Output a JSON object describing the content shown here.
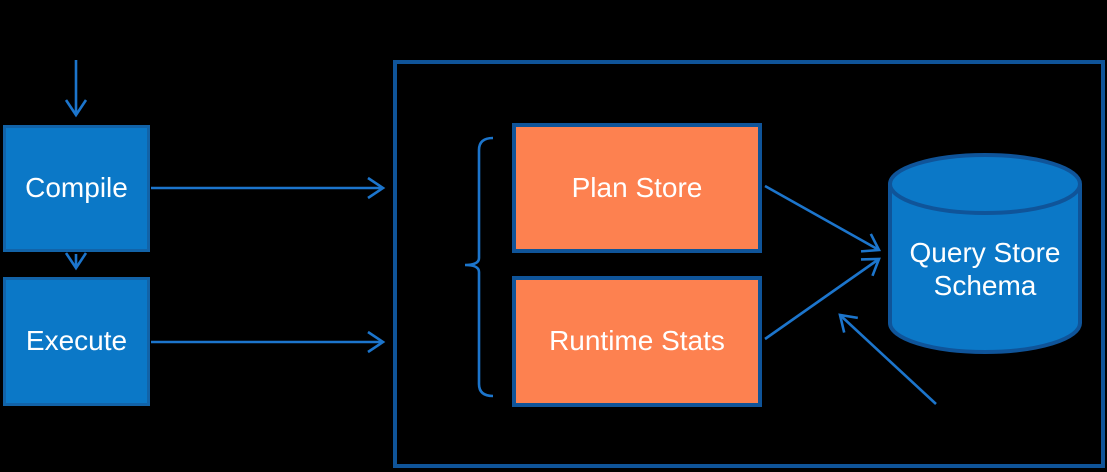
{
  "nodes": {
    "compile": {
      "label": "Compile"
    },
    "execute": {
      "label": "Execute"
    },
    "plan_store": {
      "label": "Plan Store"
    },
    "runtime_stats": {
      "label": "Runtime Stats"
    },
    "query_store_schema": {
      "label": "Query Store Schema"
    }
  },
  "edges": [
    {
      "from": "external-input",
      "to": "compile"
    },
    {
      "from": "compile",
      "to": "execute"
    },
    {
      "from": "compile",
      "to": "query-store-container"
    },
    {
      "from": "execute",
      "to": "query-store-container"
    },
    {
      "from": "plan_store",
      "to": "query_store_schema"
    },
    {
      "from": "runtime_stats",
      "to": "query_store_schema"
    },
    {
      "from": "bottom-right-input",
      "to": "query_store_schema"
    }
  ],
  "colors": {
    "background": "#000000",
    "blue_fill": "#0B78C7",
    "blue_border": "#1263A8",
    "orange_fill": "#FD8150",
    "dark_border": "#0F5499",
    "arrow": "#1C75CC",
    "text": "#FFFFFF"
  }
}
